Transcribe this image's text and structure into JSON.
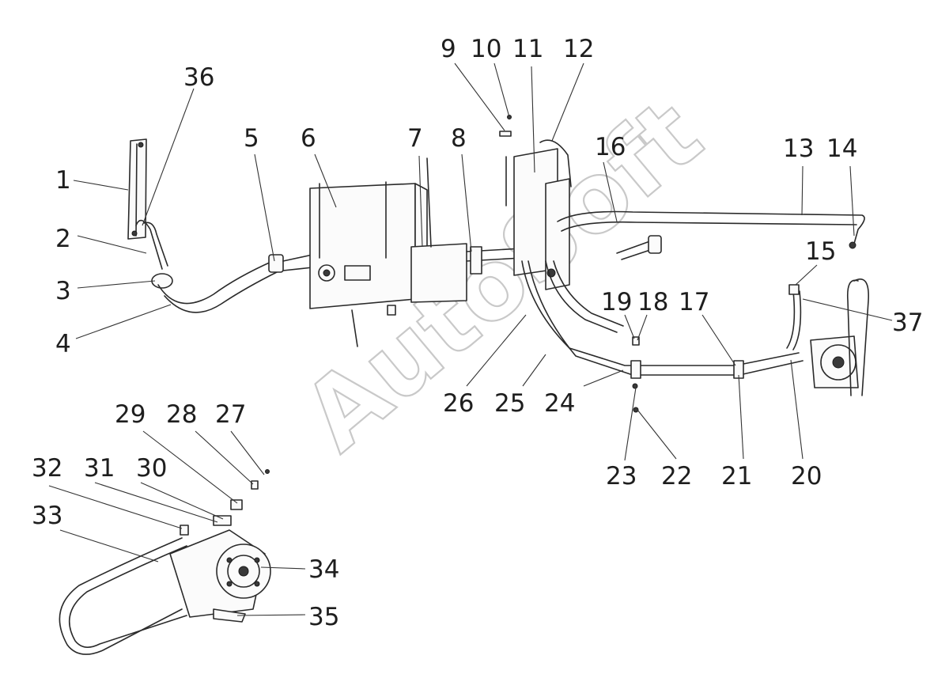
{
  "watermark": "AutoSoft",
  "callouts": {
    "c1": "1",
    "c2": "2",
    "c3": "3",
    "c4": "4",
    "c5": "5",
    "c6": "6",
    "c7": "7",
    "c8": "8",
    "c9": "9",
    "c10": "10",
    "c11": "11",
    "c12": "12",
    "c13": "13",
    "c14": "14",
    "c15": "15",
    "c16": "16",
    "c17": "17",
    "c18": "18",
    "c19": "19",
    "c20": "20",
    "c21": "21",
    "c22": "22",
    "c23": "23",
    "c24": "24",
    "c25": "25",
    "c26": "26",
    "c27": "27",
    "c28": "28",
    "c29": "29",
    "c30": "30",
    "c31": "31",
    "c32": "32",
    "c33": "33",
    "c34": "34",
    "c35": "35",
    "c36": "36",
    "c37": "37"
  }
}
